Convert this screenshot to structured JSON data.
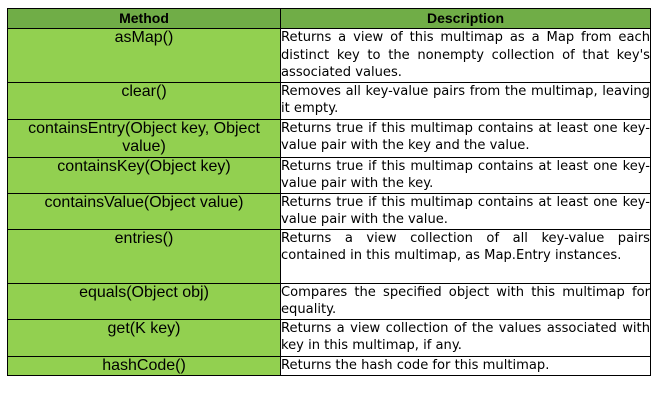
{
  "headers": {
    "method": "Method",
    "description": "Description"
  },
  "rows": [
    {
      "method": "asMap()",
      "description": "Returns a view of this multimap as a Map from each distinct key to the nonempty collection of that key's associated values."
    },
    {
      "method": "clear()",
      "description": "Removes all key-value pairs from the multimap, leaving it empty."
    },
    {
      "method": "containsEntry(Object key, Object value)",
      "description": "Returns true if this multimap contains at least one key-value pair with the key and the value."
    },
    {
      "method": "containsKey(Object key)",
      "description": "Returns true if this multimap contains at least one key-value pair with the key."
    },
    {
      "method": "containsValue(Object value)",
      "description": "Returns true if this multimap contains at least one key-value pair with the value."
    },
    {
      "method": "entries()",
      "description": "Returns a view collection of all key-value pairs contained in this multimap, as Map.Entry instances."
    },
    {
      "method": "equals(Object obj)",
      "description": "Compares the specified object with this multimap for equality."
    },
    {
      "method": "get(K key)",
      "description": "Returns a view collection of the values associated with key in this multimap, if any."
    },
    {
      "method": "hashCode()",
      "description": "Returns the hash code for this multimap."
    }
  ],
  "colors": {
    "header_bg": "#70ad47",
    "method_bg": "#92d050",
    "border": "#000000"
  }
}
